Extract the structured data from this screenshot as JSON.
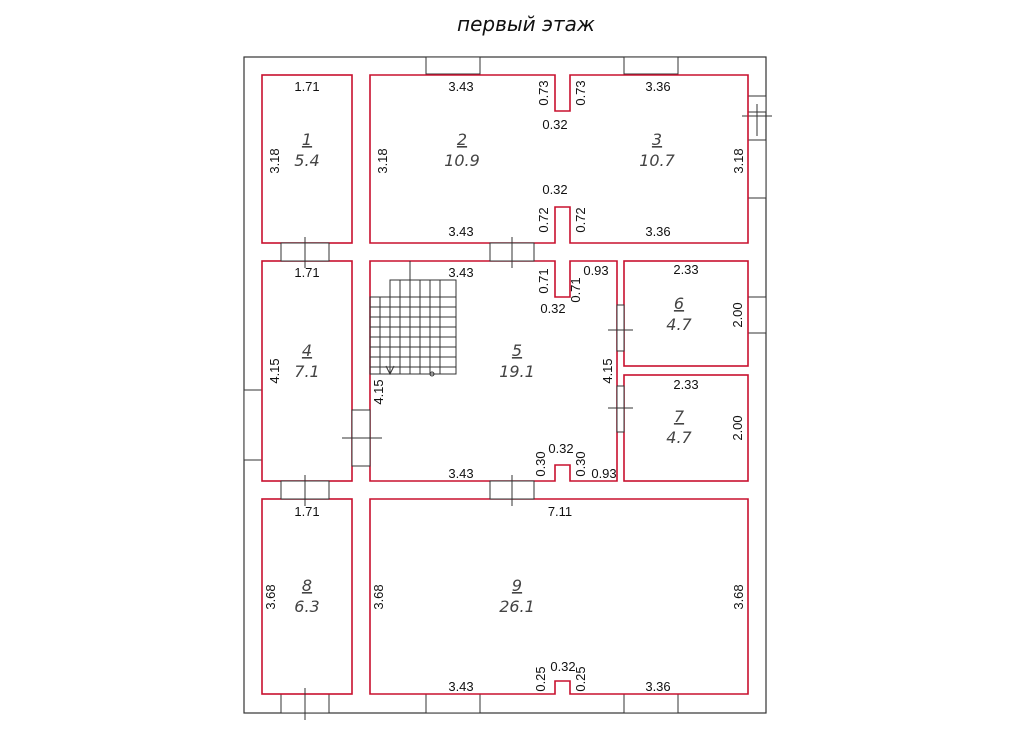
{
  "title": "первый этаж",
  "rooms": [
    {
      "id": "1",
      "number": "1",
      "area": "5.4"
    },
    {
      "id": "2",
      "number": "2",
      "area": "10.9"
    },
    {
      "id": "3",
      "number": "3",
      "area": "10.7"
    },
    {
      "id": "4",
      "number": "4",
      "area": "7.1"
    },
    {
      "id": "5",
      "number": "5",
      "area": "19.1"
    },
    {
      "id": "6",
      "number": "6",
      "area": "4.7"
    },
    {
      "id": "7",
      "number": "7",
      "area": "4.7"
    },
    {
      "id": "8",
      "number": "8",
      "area": "6.3"
    },
    {
      "id": "9",
      "number": "9",
      "area": "26.1"
    }
  ],
  "dims": {
    "r1_top": "1.71",
    "r1_side": "3.18",
    "r2_top": "3.43",
    "r2_side": "3.18",
    "r2_bottom": "3.43",
    "r3_top": "3.36",
    "r3_side": "3.18",
    "r3_bottom": "3.36",
    "n_top_left": "0.73",
    "n_top_right": "0.73",
    "n_top_w": "0.32",
    "n_mid_w": "0.32",
    "n_mid_left": "0.72",
    "n_mid_right": "0.72",
    "r4_top": "1.71",
    "r4_side": "4.15",
    "r5_top": "3.43",
    "r5_side_left": "4.15",
    "r5_side_right": "4.15",
    "r5_bottom": "3.43",
    "n5_left": "0.71",
    "n5_right": "0.71",
    "n5_w": "0.32",
    "n5_093": "0.93",
    "n5b_w": "0.32",
    "n5b_left": "0.30",
    "n5b_right": "0.30",
    "n5b_093": "0.93",
    "r6_top": "2.33",
    "r6_side": "2.00",
    "r7_top": "2.33",
    "r7_side": "2.00",
    "r8_top": "1.71",
    "r8_side": "3.68",
    "r9_top": "7.11",
    "r9_side_left": "3.68",
    "r9_side_right": "3.68",
    "r9_bottom_left": "3.43",
    "r9_bottom_right": "3.36",
    "n9_left": "0.25",
    "n9_right": "0.25",
    "n9_w": "0.32"
  }
}
